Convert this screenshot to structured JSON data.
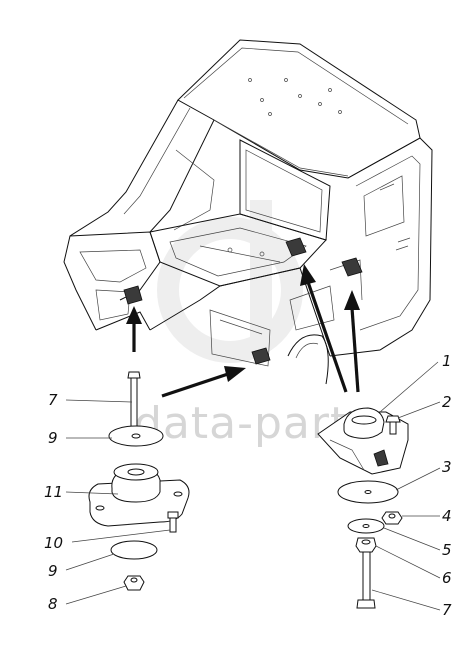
{
  "watermark": {
    "text": "data-parts"
  },
  "callouts": {
    "c1": "1",
    "c2": "2",
    "c3": "3",
    "c4": "4",
    "c5": "5",
    "c6": "6",
    "c7_right": "7",
    "c7_left": "7",
    "c8": "8",
    "c9_top": "9",
    "c9_bottom": "9",
    "c10": "10",
    "c11": "11"
  }
}
